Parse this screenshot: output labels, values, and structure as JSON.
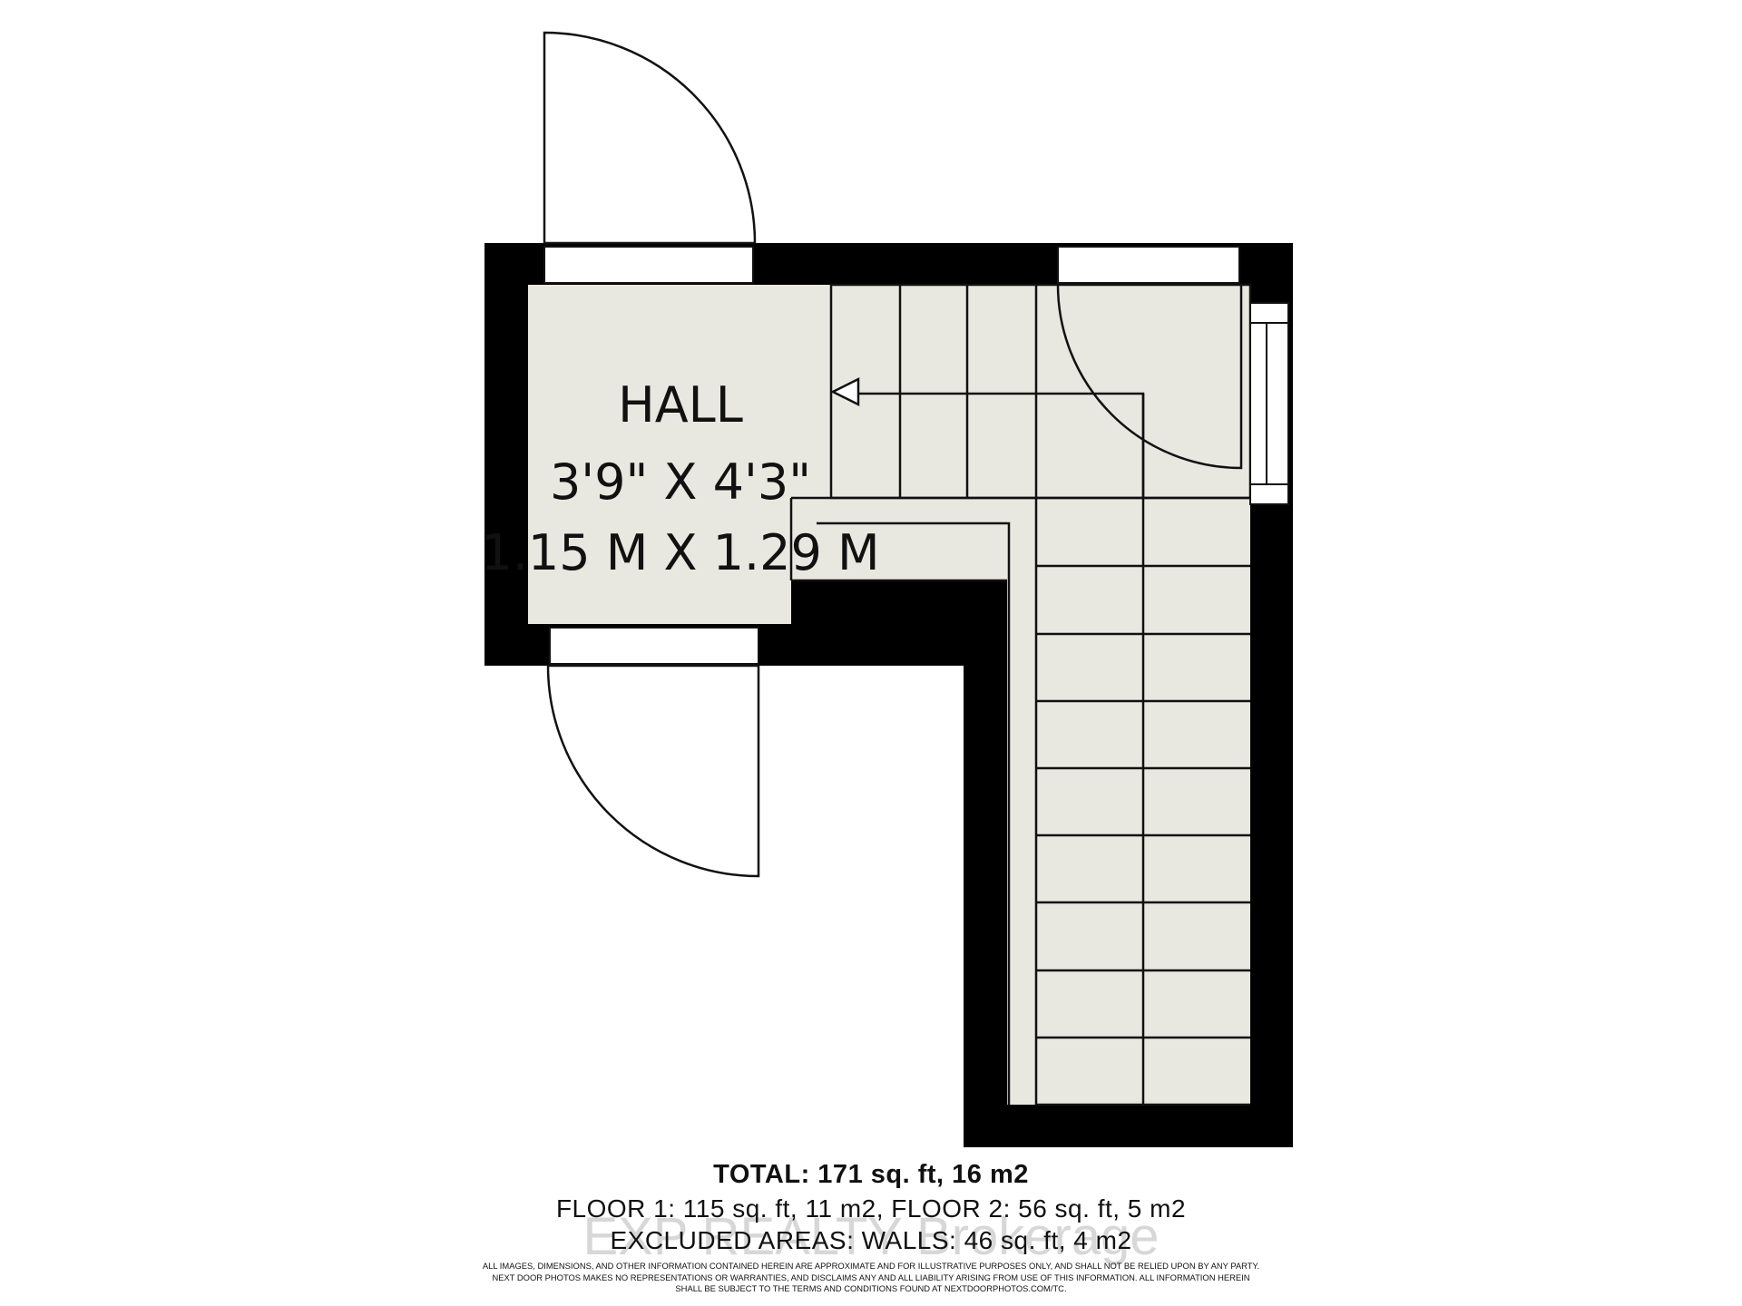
{
  "room": {
    "name": "HALL",
    "dim_imperial": "3'9\" X 4'3\"",
    "dim_metric": "1.15 M X 1.29 M"
  },
  "summary": {
    "total": "TOTAL: 171 sq. ft, 16 m2",
    "floors": "FLOOR 1: 115 sq. ft, 11 m2, FLOOR 2: 56 sq. ft, 5 m2",
    "excluded": "EXCLUDED AREAS: WALLS: 46 sq. ft, 4 m2"
  },
  "disclaimer": [
    "ALL IMAGES, DIMENSIONS, AND OTHER INFORMATION CONTAINED HEREIN ARE APPROXIMATE AND FOR ILLUSTRATIVE PURPOSES ONLY, AND SHALL NOT BE RELIED UPON BY ANY PARTY.",
    "NEXT DOOR PHOTOS MAKES NO REPRESENTATIONS OR WARRANTIES, AND DISCLAIMS ANY AND ALL LIABILITY ARISING FROM USE OF THIS INFORMATION. ALL INFORMATION HEREIN",
    "SHALL BE SUBJECT TO THE TERMS AND CONDITIONS FOUND AT NEXTDOORPHOTOS.COM/TC."
  ],
  "watermark": "EXP REALTY Brokerage",
  "colors": {
    "wall": "#000000",
    "floor": "#e8e8e0",
    "line": "#111111",
    "background": "#ffffff"
  }
}
